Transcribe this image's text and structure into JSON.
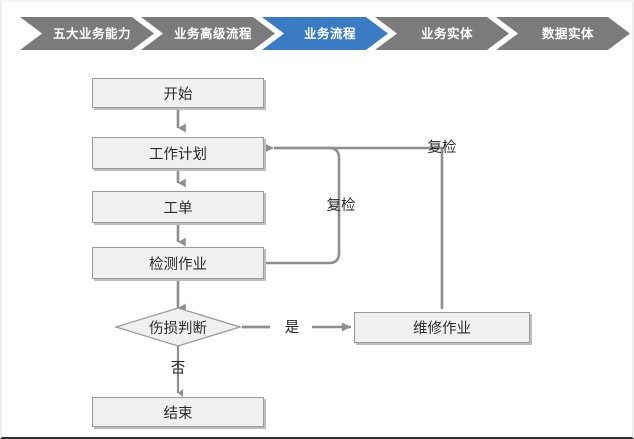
{
  "breadcrumb": {
    "active_index": 2,
    "active_color": "#3a7cc4",
    "inactive_color": "#7b7b7b",
    "items": [
      {
        "label": "五大业务能力"
      },
      {
        "label": "业务高级流程"
      },
      {
        "label": "业务流程"
      },
      {
        "label": "业务实体"
      },
      {
        "label": "数据实体"
      }
    ]
  },
  "flowchart": {
    "type": "flowchart",
    "nodes": [
      {
        "id": "start",
        "label": "开始",
        "shape": "rect"
      },
      {
        "id": "work_plan",
        "label": "工作计划",
        "shape": "rect"
      },
      {
        "id": "work_order",
        "label": "工单",
        "shape": "rect"
      },
      {
        "id": "inspection",
        "label": "检测作业",
        "shape": "rect"
      },
      {
        "id": "decision",
        "label": "伤损判断",
        "shape": "diamond"
      },
      {
        "id": "repair",
        "label": "维修作业",
        "shape": "rect"
      },
      {
        "id": "end",
        "label": "结束",
        "shape": "rect"
      }
    ],
    "edge_labels": {
      "yes": "是",
      "no": "否",
      "recheck_inspection": "复检",
      "recheck_repair": "复检"
    }
  }
}
